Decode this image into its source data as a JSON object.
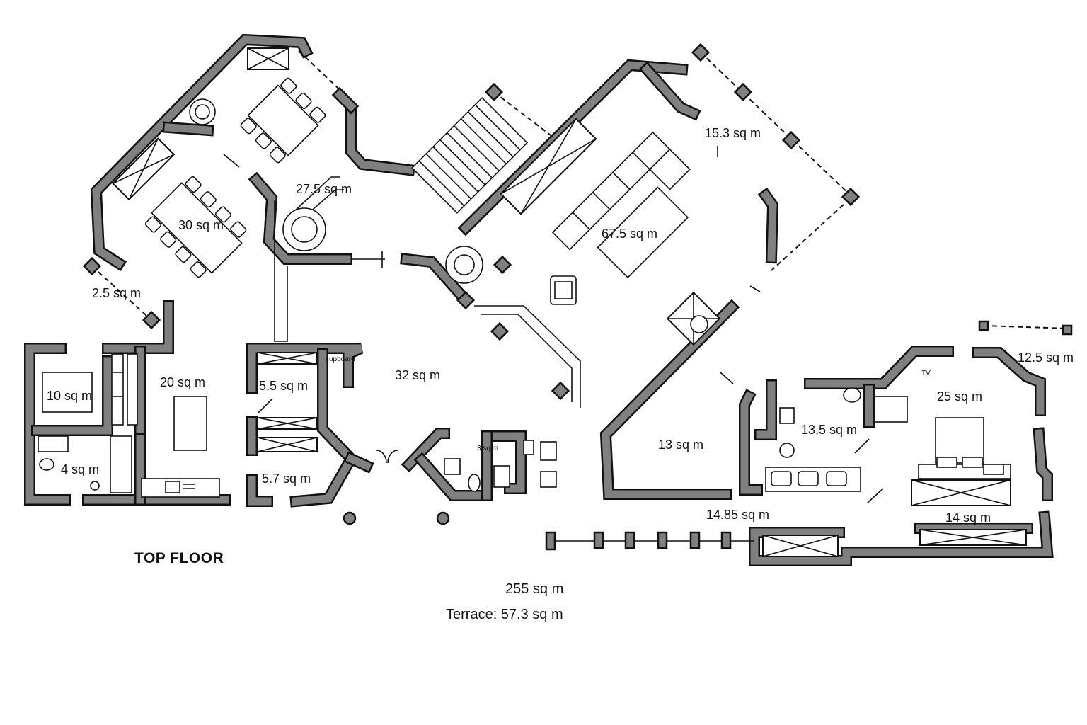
{
  "floor_label": "TOP FLOOR",
  "totals": {
    "area": "255 sq m",
    "terrace": "Terrace: 57.3 sq m"
  },
  "rooms": {
    "r_30": "30 sq m",
    "r_27_5": "27.5 sq m",
    "r_2_5": "2.5 sq m",
    "r_67_5": "67.5 sq m",
    "r_15_3": "15.3 sq m",
    "r_20": "20 sq m",
    "r_10": "10 sq m",
    "r_4": "4 sq m",
    "r_5_5": "5.5 sq m",
    "r_5_7": "5.7 sq m",
    "r_32": "32 sq m",
    "r_13": "13 sq m",
    "r_13_5": "13,5 sq m",
    "r_25": "25 sq m",
    "r_12_5": "12.5 sq m",
    "r_14_85": "14.85 sq m",
    "r_14": "14 sq m",
    "r_3": "3 sq m"
  },
  "annotations": {
    "tv": "TV",
    "cupboard": "cupboard"
  }
}
